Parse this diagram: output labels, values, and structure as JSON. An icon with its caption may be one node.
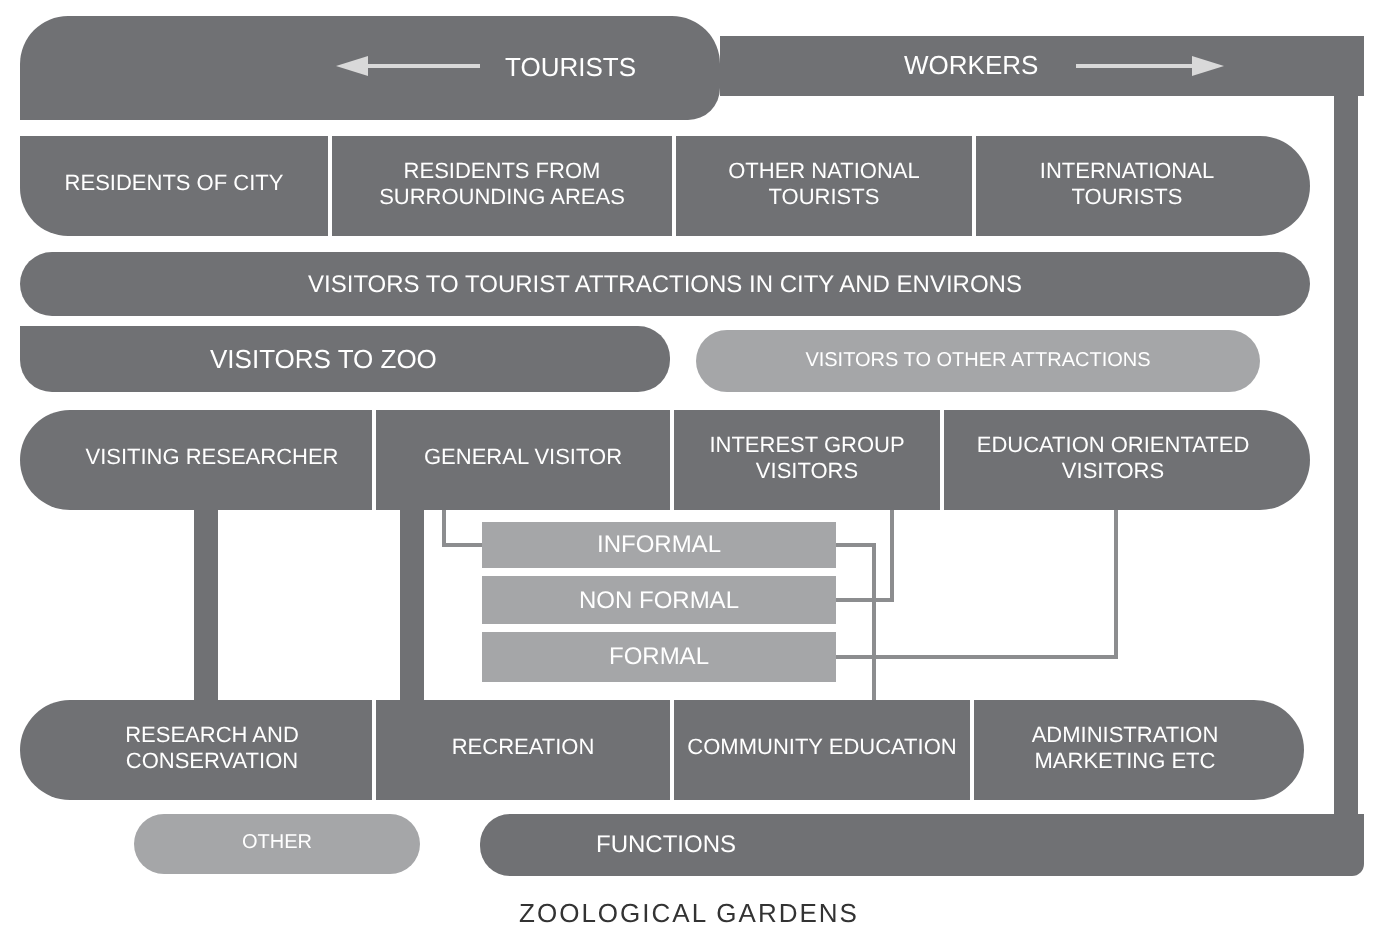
{
  "diagram": {
    "caption": "ZOOLOGICAL GARDENS",
    "nodes": [
      {
        "text": [
          "TOURISTS"
        ]
      },
      {
        "text": [
          "WORKERS"
        ]
      },
      {
        "text": [
          "RESIDENTS OF CITY"
        ]
      },
      {
        "text": [
          "RESIDENTS FROM SURROUNDING AREAS"
        ]
      },
      {
        "text": [
          "OTHER NATIONAL TOURISTS"
        ]
      },
      {
        "text": [
          "INTERNATIONAL TOURISTS"
        ]
      },
      {
        "text": [
          "VISITORS TO TOURIST ATTRACTIONS IN CITY AND ENVIRONS"
        ]
      },
      {
        "text": [
          "VISITORS TO ZOO"
        ]
      },
      {
        "text": [
          "VISITORS TO OTHER ATTRACTIONS"
        ]
      },
      {
        "text": [
          "VISITING RESEARCHER"
        ]
      },
      {
        "text": [
          "GENERAL VISITOR"
        ]
      },
      {
        "text": [
          "INTEREST GROUP VISITORS"
        ]
      },
      {
        "text": [
          "EDUCATION ORIENTATED VISITORS"
        ]
      },
      {
        "text": [
          "INFORMAL"
        ]
      },
      {
        "text": [
          "NON FORMAL"
        ]
      },
      {
        "text": [
          "FORMAL"
        ]
      },
      {
        "text": [
          "RESEARCH AND CONSERVATION"
        ]
      },
      {
        "text": [
          "RECREATION"
        ]
      },
      {
        "text": [
          "COMMUNITY EDUCATION"
        ]
      },
      {
        "text": [
          "ADMINISTRATION MARKETING ETC"
        ]
      },
      {
        "text": [
          "OTHER"
        ]
      },
      {
        "text": [
          "FUNCTIONS"
        ]
      }
    ],
    "edges": [
      {
        "from": 9,
        "to": 16,
        "arrow": "none",
        "style": "thick"
      },
      {
        "from": 10,
        "to": 17,
        "arrow": "none",
        "style": "thick"
      },
      {
        "from": 10,
        "to": 13,
        "arrow": "none"
      },
      {
        "from": 11,
        "to": 14,
        "arrow": "none"
      },
      {
        "from": 12,
        "to": 15,
        "arrow": "none"
      },
      {
        "from": 13,
        "to": 18,
        "arrow": "none"
      },
      {
        "from": 1,
        "to": 21,
        "arrow": "none",
        "style": "thick"
      }
    ]
  }
}
